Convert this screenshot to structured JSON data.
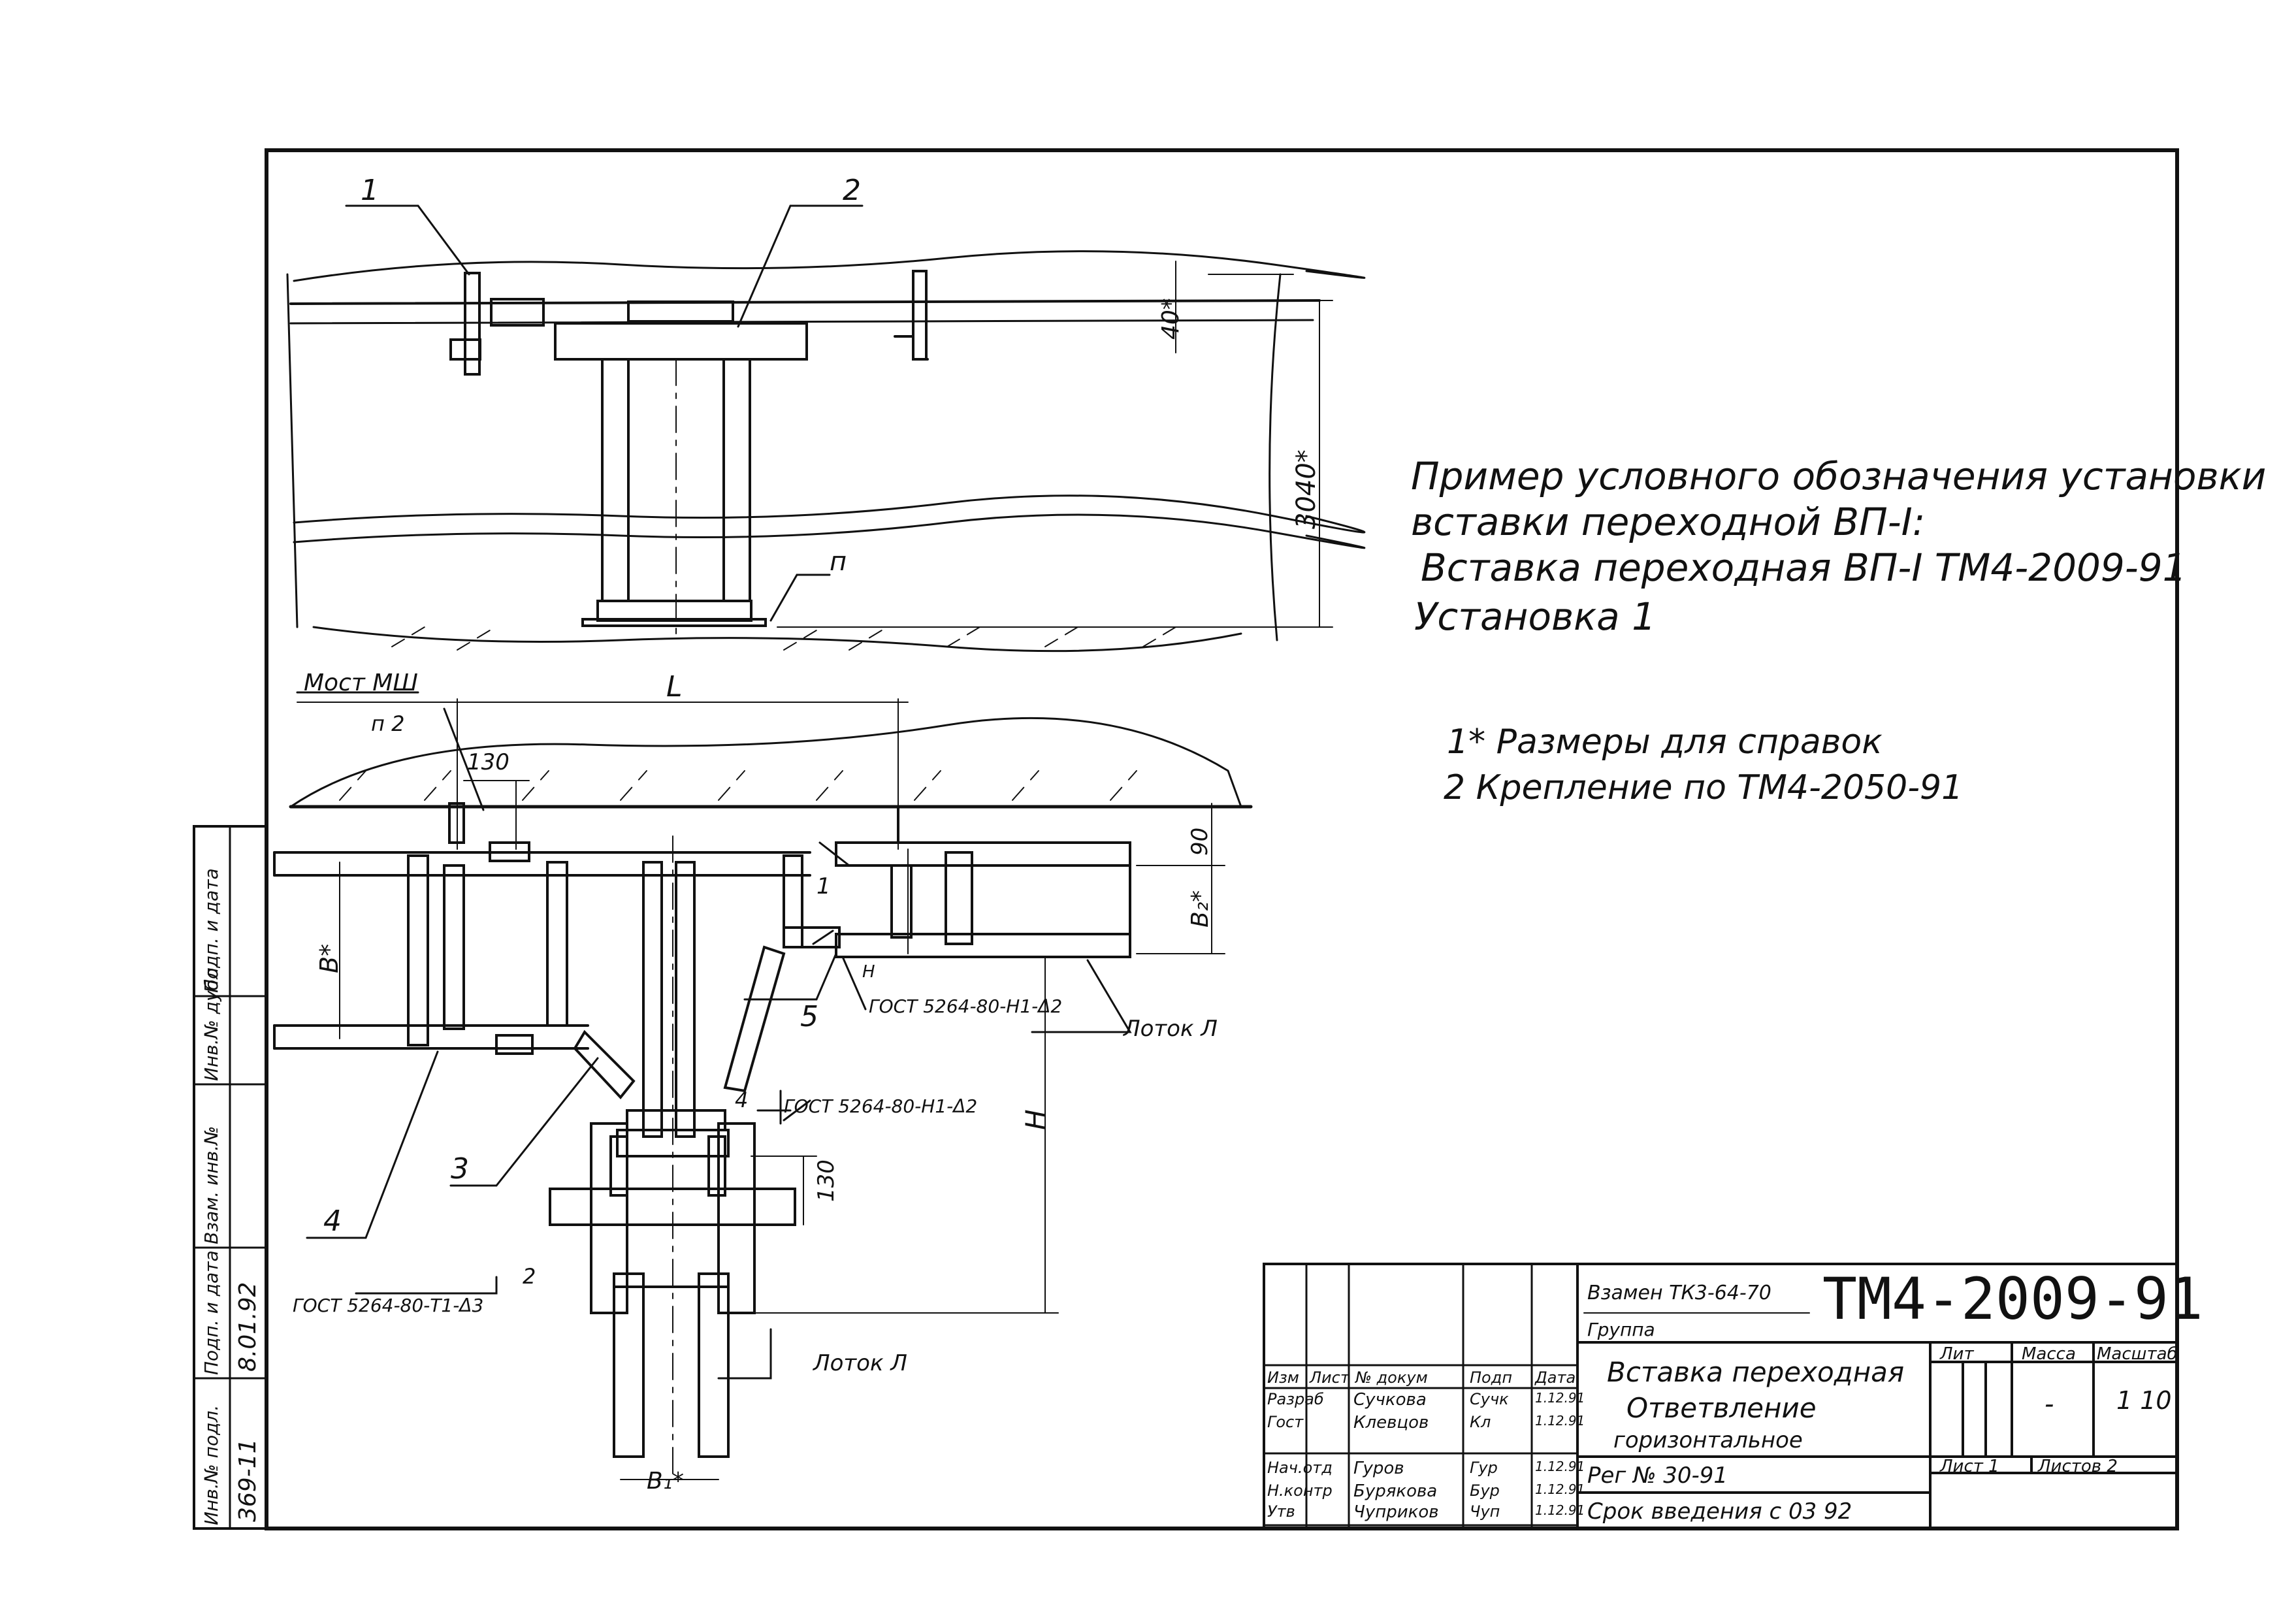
{
  "notes": {
    "example_heading": [
      "Пример условного обозначения установки",
      "вставки переходной ВП-I:"
    ],
    "example_line": "Вставка переходная ВП-I  ТМ4-2009-91",
    "example_install": "Установка 1",
    "footnote_1": "1* Размеры для справок",
    "footnote_2": "2  Крепление по ТМ4-2050-91"
  },
  "views": {
    "top": {
      "callout_1": "1",
      "callout_2": "2",
      "callout_p": "п",
      "dim_40": "40*",
      "dim_3040": "3040*"
    },
    "plan": {
      "bridge_label": "Мост МШ",
      "dim_L": "L",
      "callout_p2": "п 2",
      "dim_130_top": "130",
      "dim_90": "90",
      "dim_B2": "B₂*",
      "dim_B": "B*",
      "dim_H": "H",
      "dim_130_right": "130",
      "dim_B1": "B₁*",
      "gost_a": "ГОСТ 5264-80-Н1-Δ2",
      "gost_b": "ГОСТ 5264-80-Н1-Δ2",
      "gost_c": "ГОСТ 5264-80-Т1-Δ3",
      "tray_label_a": "Лоток Л",
      "tray_label_b": "Лоток Л",
      "callout_1": "1",
      "callout_2": "2",
      "callout_3": "3",
      "callout_4": "4",
      "callout_4b": "4",
      "callout_5": "5",
      "weld_h": "Н"
    }
  },
  "side_stamp": [
    {
      "label": "Инв.№ подл.",
      "value": "369-11"
    },
    {
      "label": "Подп. и дата",
      "value": "8.01.92"
    },
    {
      "label": "Взам. инв.№",
      "value": ""
    },
    {
      "label": "Инв.№ дубл.",
      "value": ""
    },
    {
      "label": "Подп. и дата",
      "value": ""
    }
  ],
  "title_block": {
    "replaces": "Взамен ТК3-64-70",
    "doc_number": "ТМ4-2009-91",
    "group": "Группа",
    "title": [
      "Вставка переходная",
      "Ответвление",
      "горизонтальное"
    ],
    "reg": "Рег № 30-91",
    "validity": "Срок введения с 03 92",
    "stage_header": "Лит",
    "mass_header": "Масса",
    "scale_header": "Масштаб",
    "mass_value": "-",
    "scale_value": "1 10",
    "sheet_label": "Лист 1",
    "sheets_label": "Листов 2",
    "col_headers": [
      "Изм",
      "Лист",
      "№ докум",
      "Подп",
      "Дата"
    ],
    "staff": [
      {
        "role": "Разраб",
        "name": "Сучкова",
        "sign": "Сучк",
        "date": "1.12.91"
      },
      {
        "role": "Гост",
        "name": "Клевцов",
        "sign": "Кл",
        "date": "1.12.91"
      },
      {
        "role": "Нач.отд",
        "name": "Гуров",
        "sign": "Гур",
        "date": "1.12.91"
      },
      {
        "role": "Н.контр",
        "name": "Бурякова",
        "sign": "Бур",
        "date": "1.12.91"
      },
      {
        "role": "Утв",
        "name": "Чуприков",
        "sign": "Чуп",
        "date": "1.12.91"
      }
    ]
  }
}
